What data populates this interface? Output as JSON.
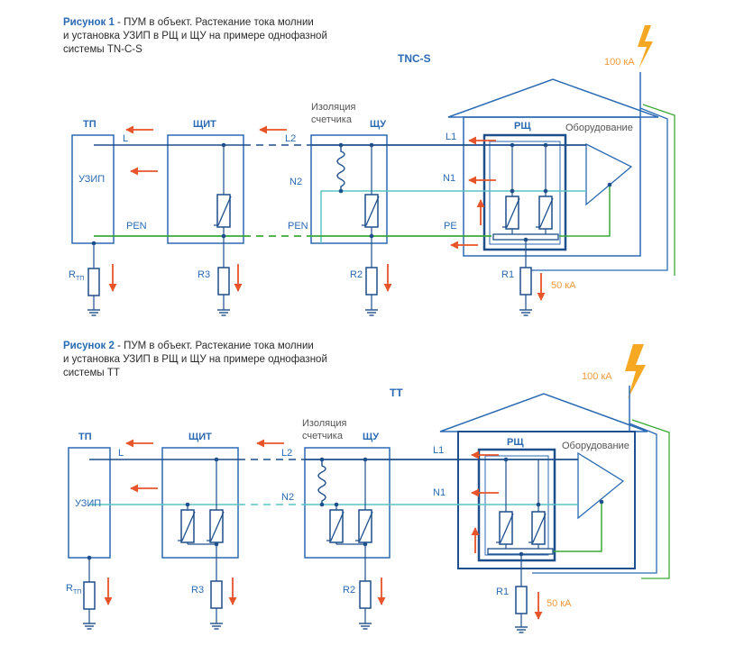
{
  "figure1": {
    "caption_number": "Рисунок 1",
    "caption_line1": " - ПУМ в объект. Растекание тока молнии",
    "caption_line2": "и установка УЗИП в РЩ и ЩУ на примере однофазной",
    "caption_line3": "системы TN-C-S",
    "system_title": "TNC-S",
    "current_lightning": "100 кА",
    "current_ground": "50 кА",
    "labels": {
      "tp": "ТП",
      "shchit": "ЩИТ",
      "isolation_line1": "Изоляция",
      "isolation_line2": "счетчика",
      "shchu": "ЩУ",
      "rshch": "РЩ",
      "equipment": "Оборудование",
      "uzip": "УЗИП",
      "L": "L",
      "L2": "L2",
      "N2": "N2",
      "L1": "L1",
      "N1": "N1",
      "PEN_left": "PEN",
      "PEN_mid": "PEN",
      "PE": "PE",
      "R_tp_main": "R",
      "R_tp_sub": "ТП",
      "R3": "R3",
      "R2": "R2",
      "R1": "R1"
    }
  },
  "figure2": {
    "caption_number": "Рисунок 2",
    "caption_line1": " - ПУМ в объект. Растекание тока молнии",
    "caption_line2": "и установка УЗИП в РЩ и ЩУ на примере однофазной",
    "caption_line3": "системы ТТ",
    "system_title": "ТТ",
    "current_lightning": "100 кА",
    "current_ground": "50 кА",
    "labels": {
      "tp": "ТП",
      "shchit": "ЩИТ",
      "isolation_line1": "Изоляция",
      "isolation_line2": "счетчика",
      "shchu": "ЩУ",
      "rshch": "РЩ",
      "equipment": "Оборудование",
      "uzip": "УЗИП",
      "L": "L",
      "L2": "L2",
      "N2": "N2",
      "L1": "L1",
      "N1": "N1",
      "R_tp_main": "R",
      "R_tp_sub": "ТП",
      "R3": "R3",
      "R2": "R2",
      "R1": "R1"
    }
  },
  "colors": {
    "frame": "#2a6ab3",
    "line_L": "#1d4f8c",
    "line_N": "#5bc4c9",
    "line_PE": "#3aaa35",
    "arrow": "#e8542a",
    "lightning": "#f7a823"
  }
}
